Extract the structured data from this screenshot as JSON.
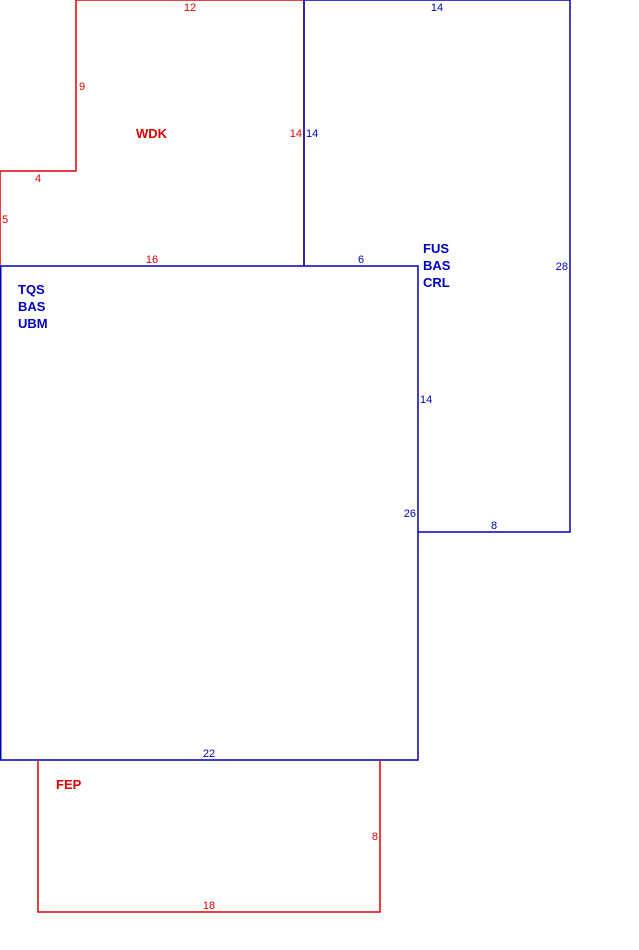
{
  "colors": {
    "red": "#dd0000",
    "blue": "#0000bb",
    "background": "#ffffff"
  },
  "areas": [
    {
      "id": "wdk",
      "color": "red",
      "codes": [
        "WDK"
      ],
      "dimensions": [
        "12",
        "9",
        "4",
        "5",
        "16",
        "14"
      ]
    },
    {
      "id": "fus",
      "color": "blue",
      "codes": [
        "FUS",
        "BAS",
        "CRL"
      ],
      "dimensions": [
        "14",
        "14",
        "28",
        "6",
        "14",
        "8"
      ]
    },
    {
      "id": "tqs",
      "color": "blue",
      "codes": [
        "TQS",
        "BAS",
        "UBM"
      ],
      "dimensions": [
        "26",
        "22"
      ]
    },
    {
      "id": "fep",
      "color": "red",
      "codes": [
        "FEP"
      ],
      "dimensions": [
        "8",
        "18"
      ]
    }
  ]
}
